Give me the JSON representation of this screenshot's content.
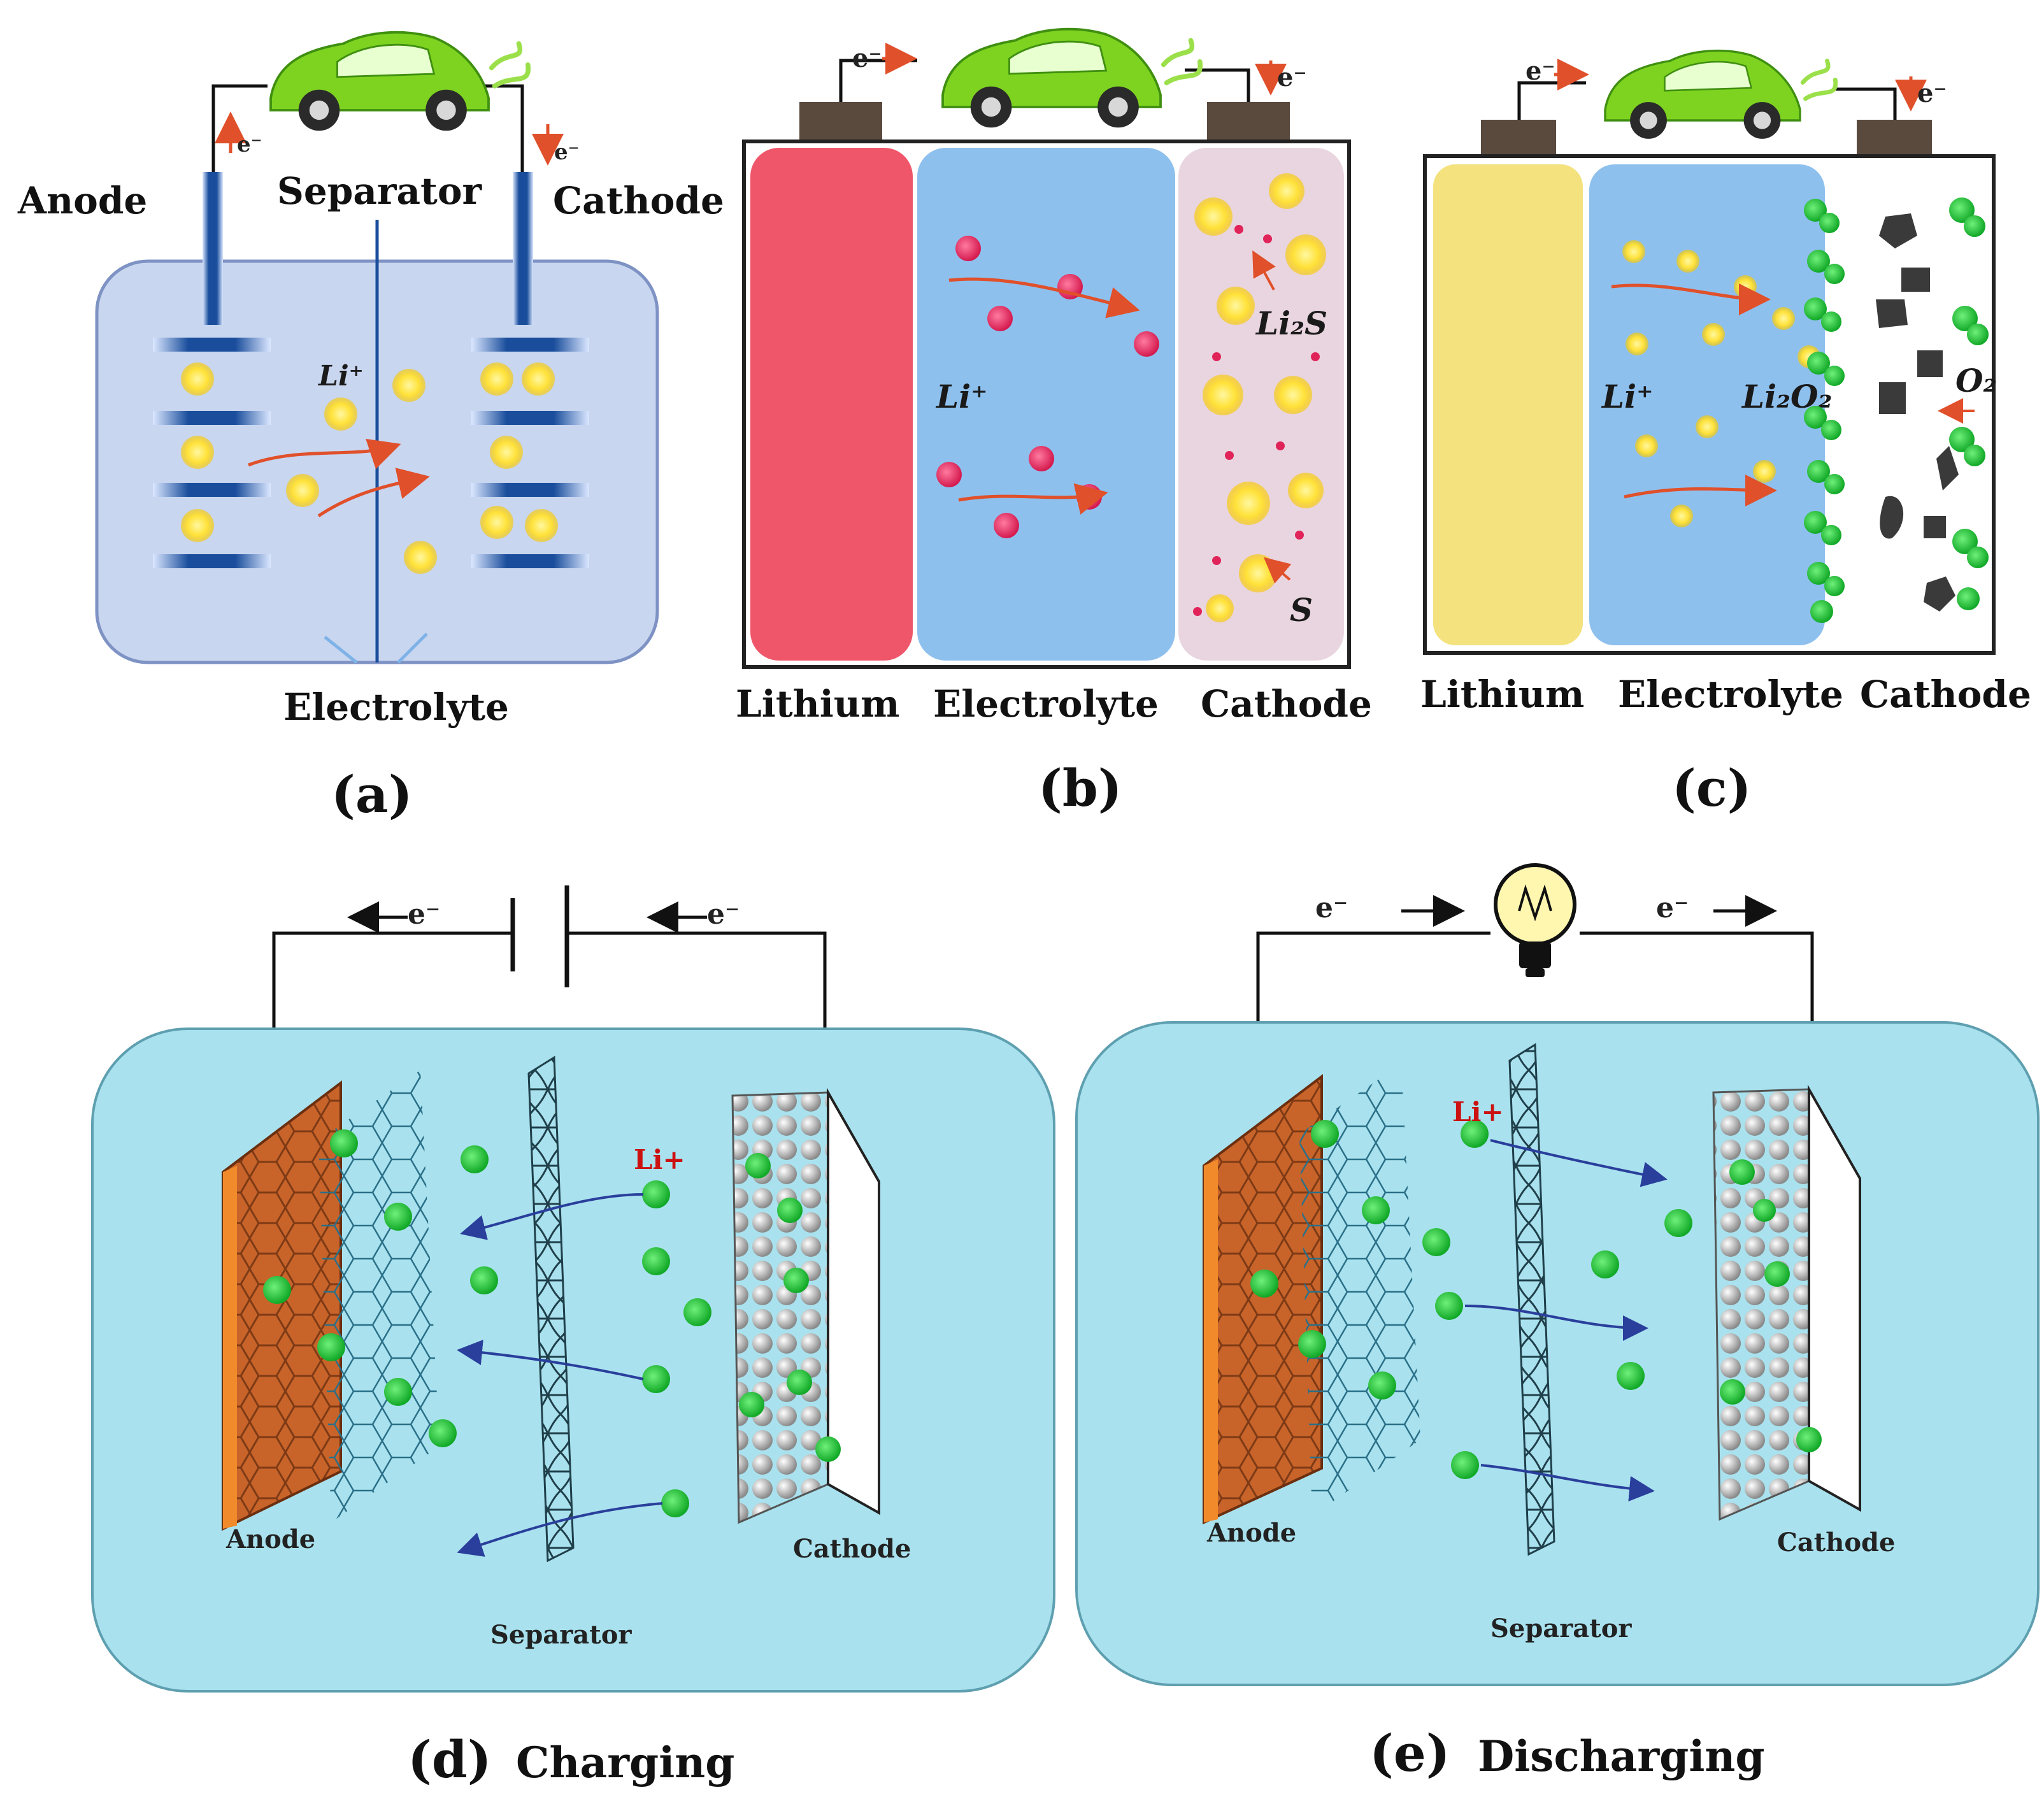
{
  "panel_a": {
    "caption": "(a)",
    "anode": "Anode",
    "separator": "Separator",
    "cathode": "Cathode",
    "electrolyte": "Electrolyte",
    "ion": "Li⁺",
    "electron_left": "e⁻",
    "electron_right": "e⁻"
  },
  "panel_b": {
    "caption": "(b)",
    "lithium": "Lithium",
    "electrolyte": "Electrolyte",
    "cathode": "Cathode",
    "ion": "Li⁺",
    "li2s": "Li₂S",
    "s": "S",
    "electron_left": "e⁻",
    "electron_right": "e⁻"
  },
  "panel_c": {
    "caption": "(c)",
    "lithium": "Lithium",
    "electrolyte": "Electrolyte",
    "cathode": "Cathode",
    "ion": "Li⁺",
    "li2o2": "Li₂O₂",
    "o2": "O₂",
    "electron_left": "e⁻",
    "electron_right": "e⁻"
  },
  "panel_d": {
    "caption_letter": "(d)",
    "caption_word": "Charging",
    "anode": "Anode",
    "cathode": "Cathode",
    "separator": "Separator",
    "ion": "Li+",
    "electron_left": "e⁻",
    "electron_right": "e⁻"
  },
  "panel_e": {
    "caption_letter": "(e)",
    "caption_word": "Discharging",
    "anode": "Anode",
    "cathode": "Cathode",
    "separator": "Separator",
    "ion": "Li+",
    "electron_left": "e⁻",
    "electron_right": "e⁻"
  },
  "colors": {
    "cell_a_fill": "#c9d6f0",
    "electrolyte_blue": "#8ec0ee",
    "lithium_red": "#f0566a",
    "lithium_yellow": "#f3e27e",
    "cell_de_fill": "#a9e2ee",
    "anode_copper": "#c8642a",
    "ion_green": "#22c43a",
    "ion_yellow": "#ffe23a",
    "ion_red": "#e0245a",
    "car_green": "#7ed321"
  },
  "icons": [
    "electric-car-icon",
    "light-bulb-icon",
    "battery-symbol-icon"
  ]
}
